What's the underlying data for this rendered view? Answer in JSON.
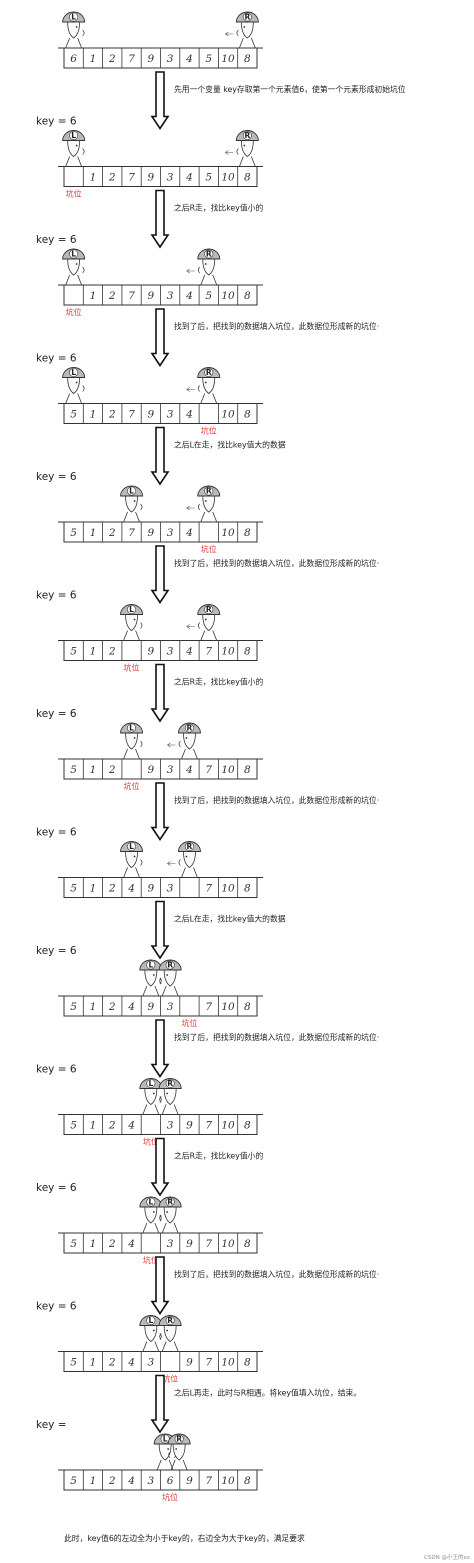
{
  "credit": "CSDN @小王的xx",
  "final_note": "此时，key值6的左边全为小于key的，右边全为大于key的，满足要求",
  "steps": [
    {
      "key": "",
      "cells": [
        "6",
        "1",
        "2",
        "7",
        "9",
        "3",
        "4",
        "5",
        "10",
        "8"
      ],
      "L": 0,
      "R": 9,
      "pit": null,
      "pit_text": "",
      "note": "先用一个变量 key存取第一个元素值6，使第一个元素形成初始坑位"
    },
    {
      "key": "key = 6",
      "cells": [
        "",
        "1",
        "2",
        "7",
        "9",
        "3",
        "4",
        "5",
        "10",
        "8"
      ],
      "L": 0,
      "R": 9,
      "pit": 0,
      "pit_text": "坑位",
      "note": "之后R走，找比key值小的"
    },
    {
      "key": "key = 6",
      "cells": [
        "",
        "1",
        "2",
        "7",
        "9",
        "3",
        "4",
        "5",
        "10",
        "8"
      ],
      "L": 0,
      "R": 7,
      "pit": 0,
      "pit_text": "坑位",
      "note": "找到了后，把找到的数据填入坑位，此数据位形成新的坑位·"
    },
    {
      "key": "key = 6",
      "cells": [
        "5",
        "1",
        "2",
        "7",
        "9",
        "3",
        "4",
        "",
        "10",
        "8"
      ],
      "L": 0,
      "R": 7,
      "pit": 7,
      "pit_text": "坑位",
      "note": "之后L在走，找比key值大的数据"
    },
    {
      "key": "key = 6",
      "cells": [
        "5",
        "1",
        "2",
        "7",
        "9",
        "3",
        "4",
        "",
        "10",
        "8"
      ],
      "L": 3,
      "R": 7,
      "pit": 7,
      "pit_text": "坑位",
      "note": "找到了后，把找到的数据填入坑位，此数据位形成新的坑位·"
    },
    {
      "key": "key = 6",
      "cells": [
        "5",
        "1",
        "2",
        "",
        "9",
        "3",
        "4",
        "7",
        "10",
        "8"
      ],
      "L": 3,
      "R": 7,
      "pit": 3,
      "pit_text": "坑位",
      "note": "之后R走，找比key值小的"
    },
    {
      "key": "key = 6",
      "cells": [
        "5",
        "1",
        "2",
        "",
        "9",
        "3",
        "4",
        "7",
        "10",
        "8"
      ],
      "L": 3,
      "R": 6,
      "pit": 3,
      "pit_text": "坑位",
      "note": "找到了后，把找到的数据填入坑位，此数据位形成新的坑位·"
    },
    {
      "key": "key = 6",
      "cells": [
        "5",
        "1",
        "2",
        "4",
        "9",
        "3",
        "",
        "7",
        "10",
        "8"
      ],
      "L": 3,
      "R": 6,
      "pit": null,
      "pit_text": "",
      "note": "之后L在走，找比key值大的数据"
    },
    {
      "key": "key = 6",
      "cells": [
        "5",
        "1",
        "2",
        "4",
        "9",
        "3",
        "",
        "7",
        "10",
        "8"
      ],
      "L": 4,
      "R": 5,
      "pit": 6,
      "pit_text": "坑位",
      "note": "找到了后，把找到的数据填入坑位，此数据位形成新的坑位·"
    },
    {
      "key": "key = 6",
      "cells": [
        "5",
        "1",
        "2",
        "4",
        "",
        "3",
        "9",
        "7",
        "10",
        "8"
      ],
      "L": 4,
      "R": 5,
      "pit": 4,
      "pit_text": "坑位",
      "note": "之后R走，找比key值小的"
    },
    {
      "key": "key = 6",
      "cells": [
        "5",
        "1",
        "2",
        "4",
        "",
        "3",
        "9",
        "7",
        "10",
        "8"
      ],
      "L": 4,
      "R": 5,
      "pit": 4,
      "pit_text": "坑位",
      "note": "找到了后，把找到的数据填入坑位，此数据位形成新的坑位·"
    },
    {
      "key": "key = 6",
      "cells": [
        "5",
        "1",
        "2",
        "4",
        "3",
        "",
        "9",
        "7",
        "10",
        "8"
      ],
      "L": 4,
      "R": 5,
      "pit": 5,
      "pit_text": "坑位",
      "note": "之后L再走，此时与R相遇。将key值填入坑位，结束。"
    },
    {
      "key": "key =",
      "cells": [
        "5",
        "1",
        "2",
        "4",
        "3",
        "6",
        "9",
        "7",
        "10",
        "8"
      ],
      "L": 5,
      "R": 5,
      "pit": 5,
      "pit_text": "坑位",
      "note": ""
    }
  ]
}
